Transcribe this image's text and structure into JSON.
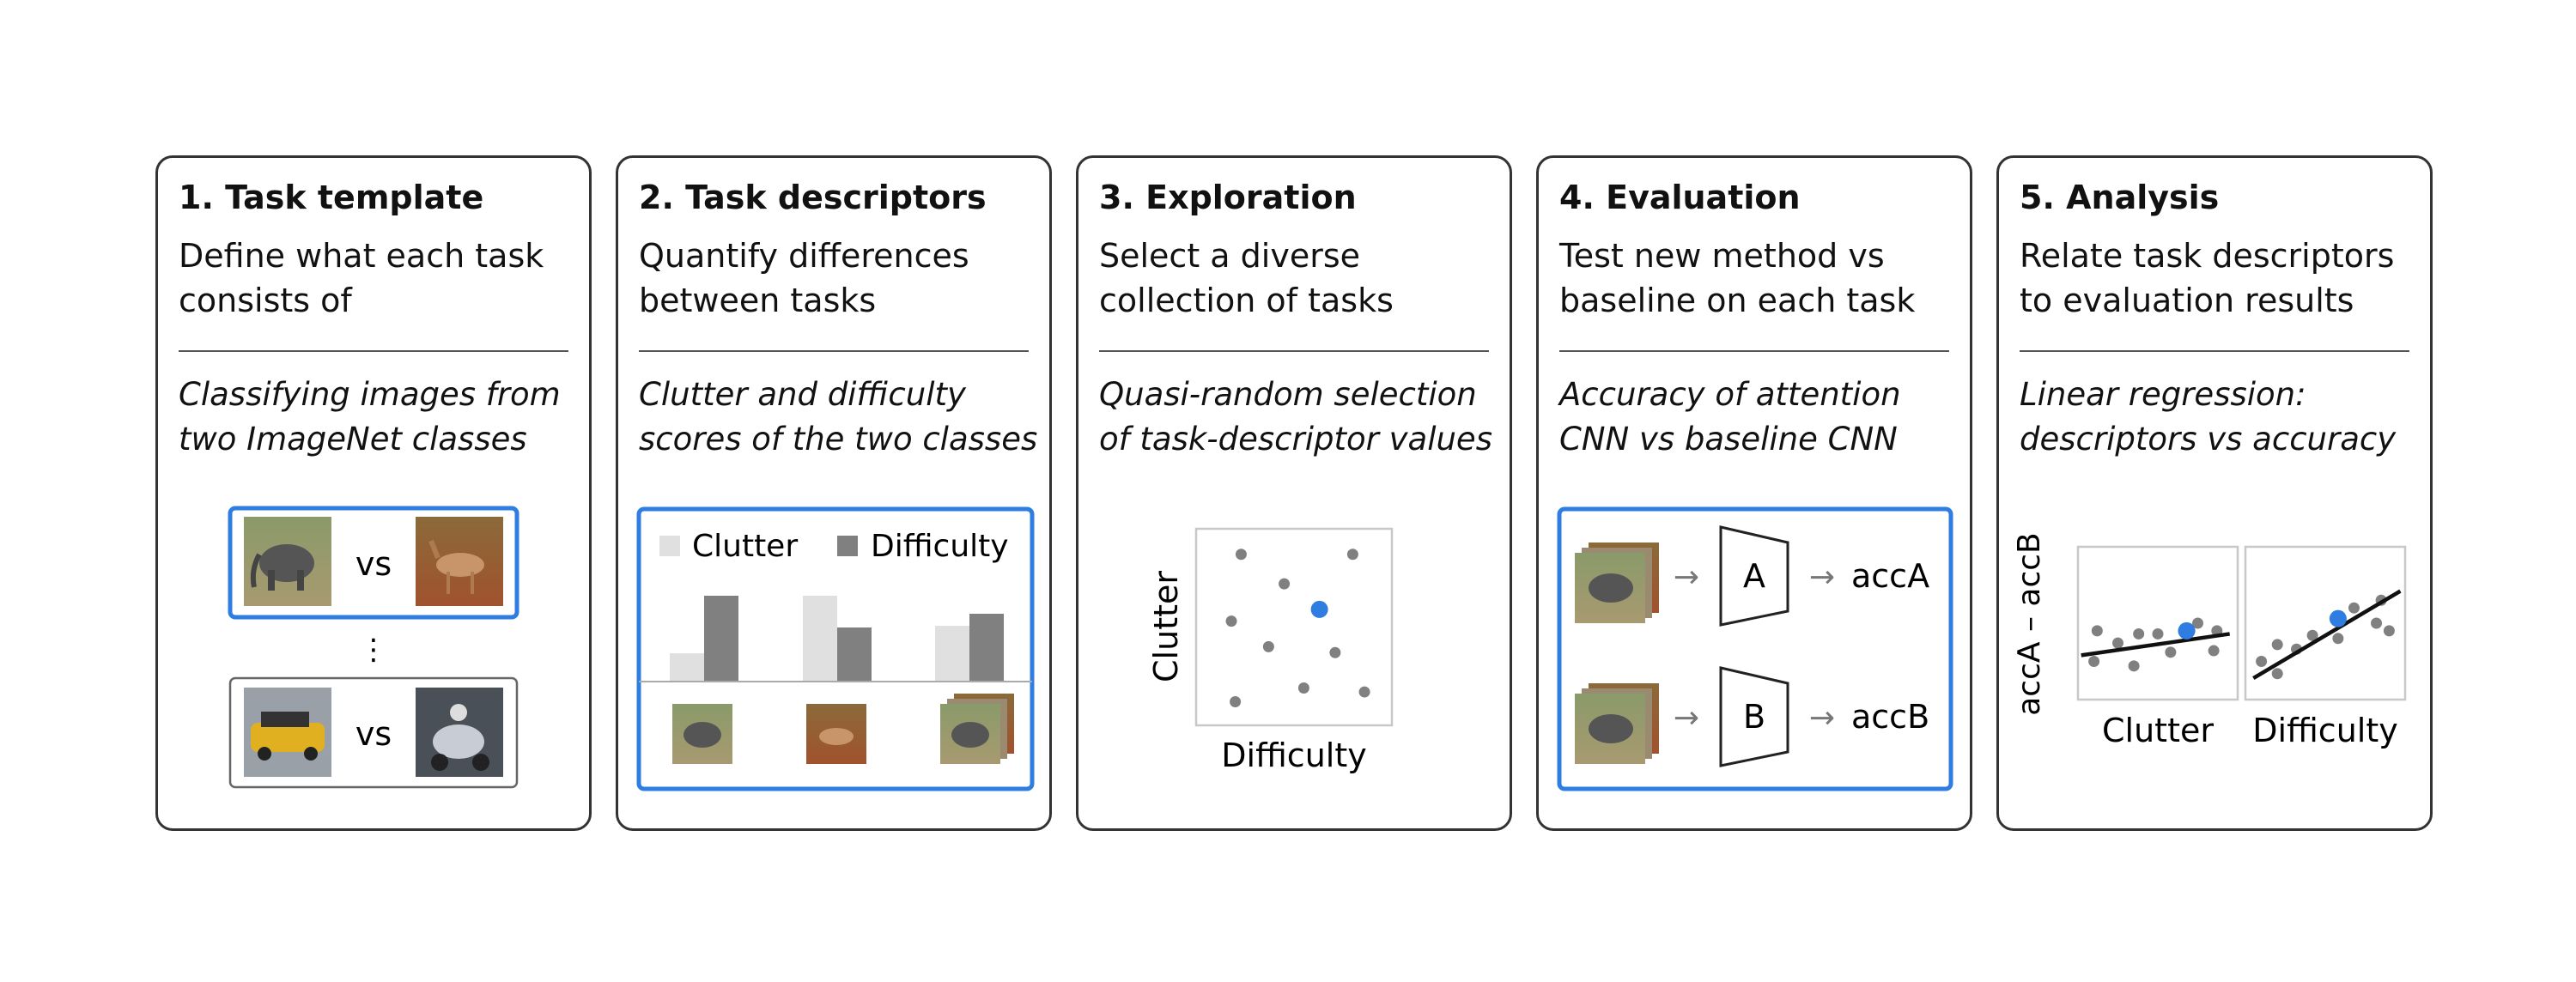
{
  "steps": [
    {
      "title": "1. Task template",
      "description": "Define what each task consists of",
      "method": "Classifying images from two ImageNet classes"
    },
    {
      "title": "2. Task descriptors",
      "description": "Quantify differences between tasks",
      "method": "Clutter and difficulty scores of the two classes"
    },
    {
      "title": "3. Exploration",
      "description": "Select a diverse collection of tasks",
      "method": "Quasi-random selection of task-descriptor values"
    },
    {
      "title": "4. Evaluation",
      "description": "Test new method vs baseline on each task",
      "method": "Accuracy of attention CNN vs baseline CNN"
    },
    {
      "title": "5. Analysis",
      "description": "Relate task descriptors to evaluation results",
      "method": "Linear regression: descriptors vs accuracy"
    }
  ],
  "template_panel": {
    "vs_label": "vs",
    "ellipsis": "⋮"
  },
  "descriptors_panel": {
    "legend": [
      {
        "label": "Clutter",
        "color": "#e0e0e0"
      },
      {
        "label": "Difficulty",
        "color": "#808080"
      }
    ],
    "bars": [
      {
        "clutter": 0.33,
        "difficulty": 1.0
      },
      {
        "clutter": 1.0,
        "difficulty": 0.63
      },
      {
        "clutter": 0.65,
        "difficulty": 0.79
      }
    ]
  },
  "exploration_panel": {
    "xlabel": "Difficulty",
    "ylabel": "Clutter",
    "points": [
      [
        0.23,
        0.87
      ],
      [
        0.8,
        0.87
      ],
      [
        0.45,
        0.72
      ],
      [
        0.63,
        0.59
      ],
      [
        0.18,
        0.53
      ],
      [
        0.37,
        0.4
      ],
      [
        0.71,
        0.37
      ],
      [
        0.55,
        0.19
      ],
      [
        0.86,
        0.17
      ],
      [
        0.2,
        0.12
      ]
    ],
    "highlight_index": 3
  },
  "evaluation_panel": {
    "rows": [
      {
        "model": "A",
        "output": "accA"
      },
      {
        "model": "B",
        "output": "accB"
      }
    ],
    "arrow": "→"
  },
  "analysis_panel": {
    "ylabel": "accA – accB",
    "plots": [
      {
        "xlabel": "Clutter",
        "points": [
          [
            0.1,
            0.25
          ],
          [
            0.12,
            0.45
          ],
          [
            0.25,
            0.37
          ],
          [
            0.35,
            0.22
          ],
          [
            0.38,
            0.43
          ],
          [
            0.5,
            0.43
          ],
          [
            0.58,
            0.31
          ],
          [
            0.7,
            0.45
          ],
          [
            0.75,
            0.5
          ],
          [
            0.85,
            0.32
          ],
          [
            0.87,
            0.45
          ]
        ],
        "highlight_index": 9,
        "highlight_point": [
          0.68,
          0.45
        ],
        "fit": [
          [
            0.02,
            0.29
          ],
          [
            0.95,
            0.43
          ]
        ]
      },
      {
        "xlabel": "Difficulty",
        "points": [
          [
            0.1,
            0.25
          ],
          [
            0.2,
            0.17
          ],
          [
            0.2,
            0.36
          ],
          [
            0.32,
            0.33
          ],
          [
            0.42,
            0.42
          ],
          [
            0.58,
            0.4
          ],
          [
            0.68,
            0.6
          ],
          [
            0.82,
            0.5
          ],
          [
            0.85,
            0.65
          ],
          [
            0.9,
            0.45
          ]
        ],
        "highlight_point": [
          0.58,
          0.53
        ],
        "fit": [
          [
            0.05,
            0.14
          ],
          [
            0.97,
            0.71
          ]
        ]
      }
    ]
  },
  "colors": {
    "accent": "#2f7de1",
    "border": "#333333",
    "dot": "#808080",
    "light_bar": "#e0e0e0",
    "dark_bar": "#808080"
  }
}
